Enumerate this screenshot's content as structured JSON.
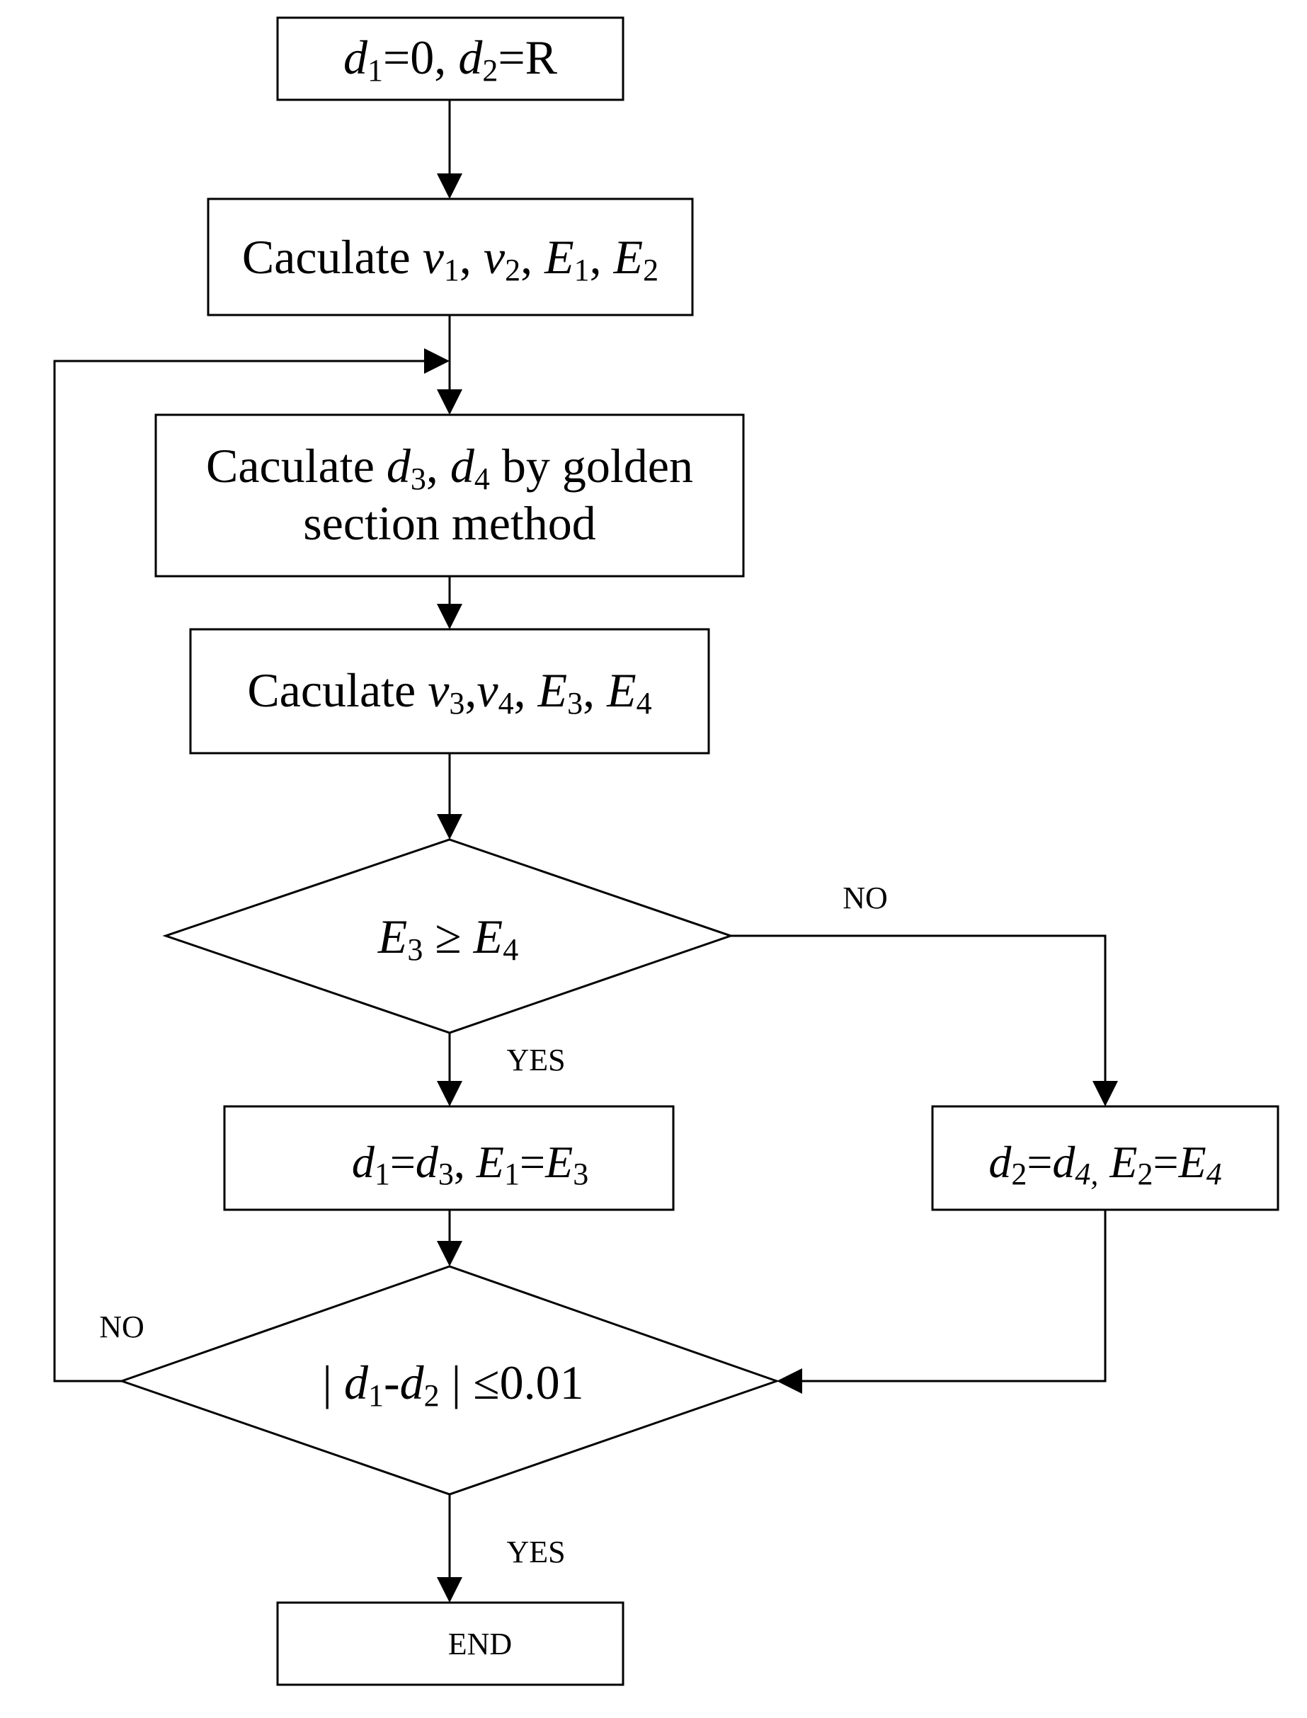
{
  "nodes": {
    "start": {
      "parts": [
        {
          "t": "d",
          "i": true
        },
        {
          "t": "1",
          "s": true
        },
        {
          "t": "=0, "
        },
        {
          "t": "d",
          "i": true
        },
        {
          "t": "2",
          "s": true
        },
        {
          "t": "=R"
        }
      ]
    },
    "calc_v1": {
      "parts": [
        {
          "t": "Caculate "
        },
        {
          "t": "v",
          "i": true
        },
        {
          "t": "1",
          "s": true
        },
        {
          "t": ", "
        },
        {
          "t": "v",
          "i": true
        },
        {
          "t": "2",
          "s": true
        },
        {
          "t": ", "
        },
        {
          "t": "E",
          "i": true
        },
        {
          "t": "1",
          "s": true
        },
        {
          "t": ", "
        },
        {
          "t": "E",
          "i": true
        },
        {
          "t": "2",
          "s": true
        }
      ]
    },
    "calc_d3_line1": {
      "parts": [
        {
          "t": "Caculate "
        },
        {
          "t": "d",
          "i": true
        },
        {
          "t": "3",
          "s": true
        },
        {
          "t": ", "
        },
        {
          "t": "d",
          "i": true
        },
        {
          "t": "4",
          "s": true
        },
        {
          "t": " by golden"
        }
      ]
    },
    "calc_d3_line2": {
      "parts": [
        {
          "t": "section method"
        }
      ]
    },
    "calc_v3": {
      "parts": [
        {
          "t": "Caculate "
        },
        {
          "t": "v",
          "i": true
        },
        {
          "t": "3",
          "s": true
        },
        {
          "t": ","
        },
        {
          "t": "v",
          "i": true
        },
        {
          "t": "4",
          "s": true
        },
        {
          "t": ", "
        },
        {
          "t": "E",
          "i": true
        },
        {
          "t": "3",
          "s": true
        },
        {
          "t": ", "
        },
        {
          "t": "E",
          "i": true
        },
        {
          "t": "4",
          "s": true
        }
      ]
    },
    "decision1": {
      "parts": [
        {
          "t": "E",
          "i": true
        },
        {
          "t": "3",
          "s": true
        },
        {
          "t": " ≥ "
        },
        {
          "t": "E",
          "i": true
        },
        {
          "t": "4",
          "s": true
        }
      ]
    },
    "assign_yes": {
      "parts": [
        {
          "t": "d",
          "i": true
        },
        {
          "t": "1",
          "s": true
        },
        {
          "t": "="
        },
        {
          "t": "d",
          "i": true
        },
        {
          "t": "3",
          "s": true
        },
        {
          "t": ", "
        },
        {
          "t": "E",
          "i": true
        },
        {
          "t": "1",
          "s": true
        },
        {
          "t": "="
        },
        {
          "t": "E",
          "i": true
        },
        {
          "t": "3",
          "s": true
        }
      ]
    },
    "assign_no": {
      "parts": [
        {
          "t": "d",
          "i": true
        },
        {
          "t": "2",
          "s": true
        },
        {
          "t": "="
        },
        {
          "t": "d",
          "i": true
        },
        {
          "t": "4,",
          "s": true,
          "i": true
        },
        {
          "t": " "
        },
        {
          "t": "E",
          "i": true
        },
        {
          "t": "2",
          "s": true
        },
        {
          "t": "="
        },
        {
          "t": "E",
          "i": true
        },
        {
          "t": "4",
          "s": true,
          "i": true
        }
      ]
    },
    "decision2": {
      "parts": [
        {
          "t": "| "
        },
        {
          "t": "d",
          "i": true
        },
        {
          "t": "1",
          "s": true
        },
        {
          "t": "-"
        },
        {
          "t": "d",
          "i": true
        },
        {
          "t": "2",
          "s": true
        },
        {
          "t": " | ≤0.01"
        }
      ]
    },
    "end": {
      "parts": [
        {
          "t": "END"
        }
      ]
    }
  },
  "edge_labels": {
    "d1_no": "NO",
    "d1_yes": "YES",
    "d2_no": "NO",
    "d2_yes": "YES"
  }
}
